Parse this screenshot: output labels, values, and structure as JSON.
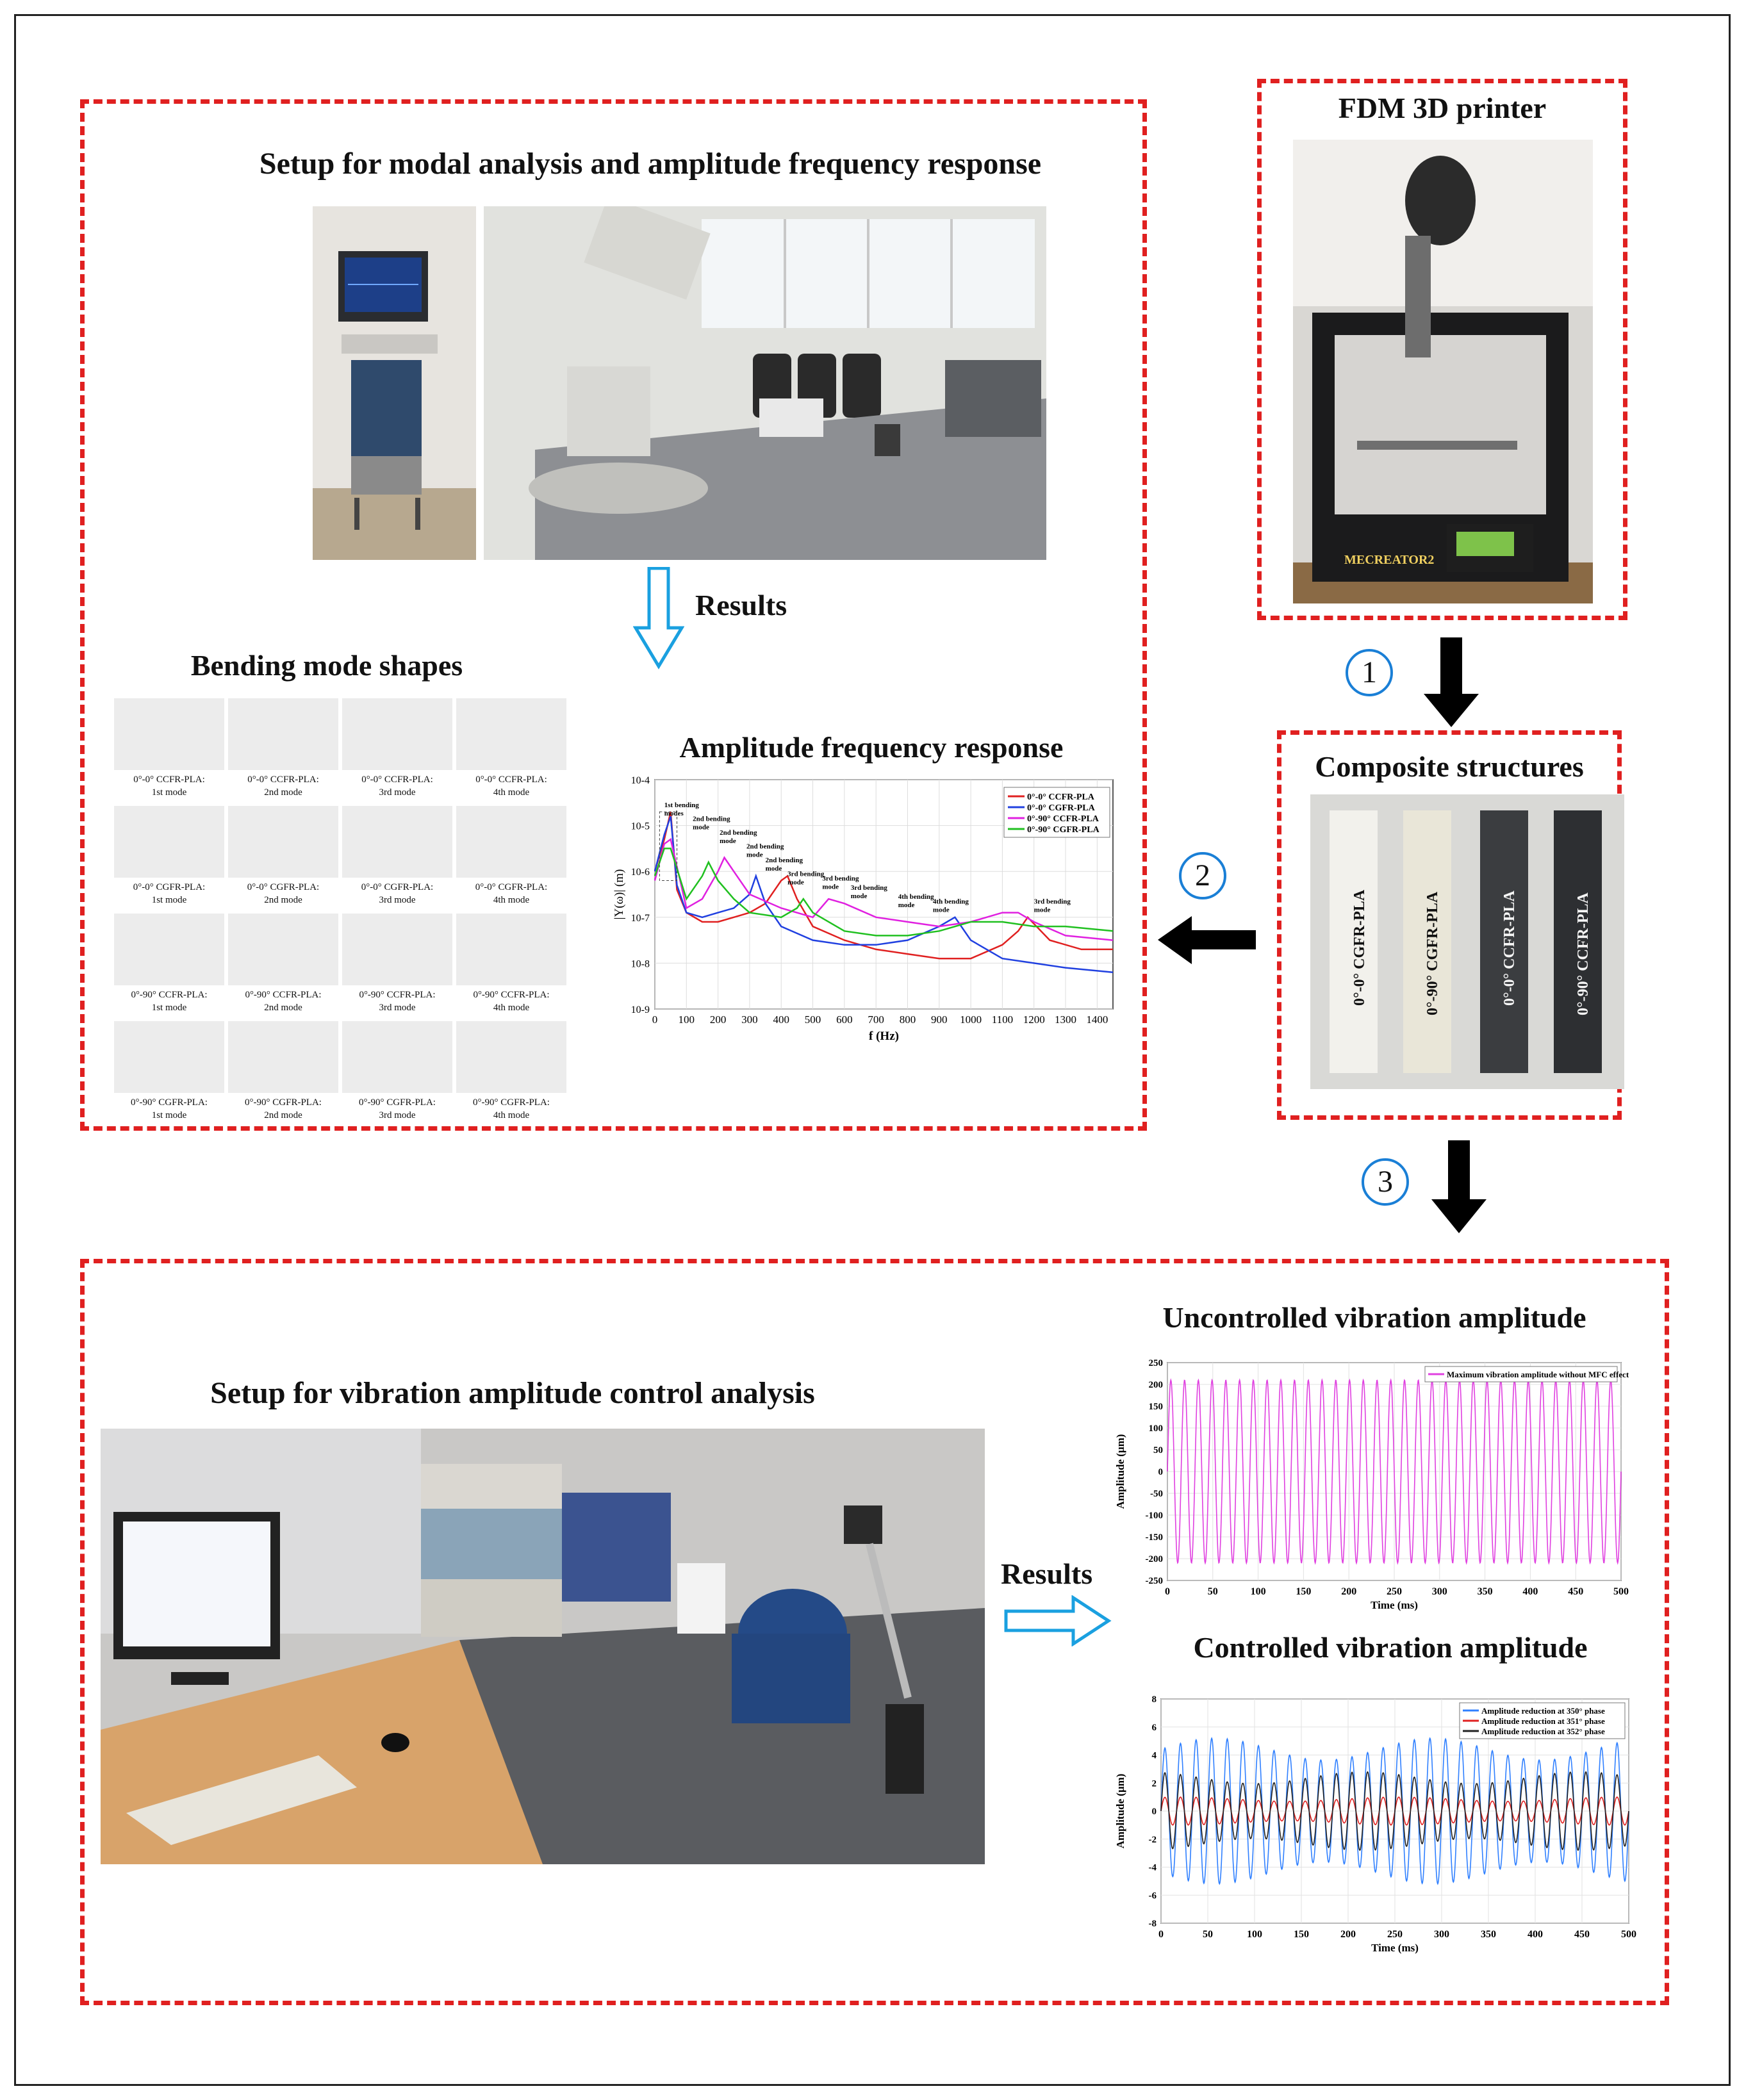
{
  "titles": {
    "setup_modal": "Setup for modal analysis and amplitude frequency response",
    "fdm_printer": "FDM 3D printer",
    "results_top": "Results",
    "bending_modes": "Bending  mode shapes",
    "afr": "Amplitude frequency response",
    "composite": "Composite structures",
    "uncontrolled": "Uncontrolled vibration amplitude",
    "controlled": "Controlled vibration amplitude",
    "setup_vibration": "Setup for vibration amplitude control analysis",
    "results_bottom": "Results"
  },
  "steps": [
    "1",
    "2",
    "3"
  ],
  "printer_label": "MECREATOR2",
  "samples": [
    "0°-0° CGFR-PLA",
    "0°-90° CGFR-PLA",
    "0°-0° CCFR-PLA",
    "0°-90° CCFR-PLA"
  ],
  "mode_captions": [
    [
      "0°-0° CCFR-PLA:",
      "0°-0° CCFR-PLA:",
      "0°-0° CCFR-PLA:",
      "0°-0° CCFR-PLA:"
    ],
    [
      "0°-0° CGFR-PLA:",
      "0°-0° CGFR-PLA:",
      "0°-0° CGFR-PLA:",
      "0°-0° CGFR-PLA:"
    ],
    [
      "0°-90° CCFR-PLA:",
      "0°-90° CCFR-PLA:",
      "0°-90° CCFR-PLA:",
      "0°-90° CCFR-PLA:"
    ],
    [
      "0°-90° CGFR-PLA:",
      "0°-90° CGFR-PLA:",
      "0°-90° CGFR-PLA:",
      "0°-90° CGFR-PLA:"
    ]
  ],
  "mode_names": [
    "1st mode",
    "2nd mode",
    "3rd mode",
    "4th mode"
  ],
  "colors": {
    "dash": "#e02020",
    "arrow_outline": "#1aa0e0",
    "circle": "#1a7fd6"
  },
  "chart_data": [
    {
      "type": "line",
      "title": "Amplitude frequency response",
      "xlabel": "f (Hz)",
      "ylabel": "|Y(ω)| (m)",
      "log_y": true,
      "xlim": [
        0,
        1450
      ],
      "ylim_exp": [
        -9,
        -4
      ],
      "x_ticks": [
        "0",
        "100",
        "200",
        "300",
        "400",
        "500",
        "600",
        "700",
        "800",
        "900",
        "1000",
        "1100",
        "1200",
        "1300",
        "1400"
      ],
      "y_ticks": [
        "10-9",
        "10-8",
        "10-7",
        "10-6",
        "10-5",
        "10-4"
      ],
      "series": [
        {
          "name": "0°-0° CCFR-PLA",
          "color": "#e02020",
          "x": [
            0,
            30,
            50,
            70,
            100,
            150,
            200,
            250,
            300,
            350,
            400,
            420,
            450,
            500,
            600,
            700,
            800,
            900,
            1000,
            1100,
            1150,
            1180,
            1250,
            1350,
            1450
          ],
          "y": [
            -6.0,
            -5.3,
            -4.7,
            -6.4,
            -6.9,
            -7.1,
            -7.1,
            -7.0,
            -6.9,
            -6.7,
            -6.2,
            -6.1,
            -6.6,
            -7.2,
            -7.5,
            -7.7,
            -7.8,
            -7.9,
            -7.9,
            -7.6,
            -7.3,
            -7.0,
            -7.5,
            -7.7,
            -7.7
          ]
        },
        {
          "name": "0°-0° CGFR-PLA",
          "color": "#2040e0",
          "x": [
            0,
            30,
            50,
            70,
            100,
            150,
            200,
            250,
            300,
            320,
            350,
            400,
            500,
            600,
            700,
            800,
            900,
            950,
            1000,
            1100,
            1200,
            1300,
            1450
          ],
          "y": [
            -6.0,
            -5.2,
            -4.8,
            -6.3,
            -6.9,
            -7.0,
            -6.9,
            -6.8,
            -6.5,
            -6.1,
            -6.7,
            -7.2,
            -7.5,
            -7.6,
            -7.6,
            -7.5,
            -7.2,
            -7.0,
            -7.5,
            -7.9,
            -8.0,
            -8.1,
            -8.2
          ]
        },
        {
          "name": "0°-90° CCFR-PLA",
          "color": "#e020e0",
          "x": [
            0,
            30,
            50,
            100,
            150,
            200,
            220,
            260,
            300,
            400,
            500,
            550,
            600,
            700,
            800,
            900,
            1000,
            1100,
            1150,
            1200,
            1300,
            1450
          ],
          "y": [
            -6.2,
            -5.4,
            -5.3,
            -6.8,
            -6.6,
            -6.0,
            -5.7,
            -6.1,
            -6.5,
            -6.8,
            -7.0,
            -6.6,
            -6.7,
            -7.0,
            -7.1,
            -7.2,
            -7.1,
            -6.9,
            -6.9,
            -7.1,
            -7.4,
            -7.5
          ]
        },
        {
          "name": "0°-90° CGFR-PLA",
          "color": "#20c020",
          "x": [
            0,
            30,
            50,
            100,
            150,
            170,
            200,
            250,
            300,
            400,
            450,
            470,
            500,
            600,
            700,
            800,
            900,
            1000,
            1100,
            1200,
            1300,
            1450
          ],
          "y": [
            -6.1,
            -5.5,
            -5.5,
            -6.6,
            -6.1,
            -5.8,
            -6.2,
            -6.6,
            -6.9,
            -7.0,
            -6.8,
            -6.6,
            -6.9,
            -7.3,
            -7.4,
            -7.4,
            -7.3,
            -7.1,
            -7.1,
            -7.2,
            -7.2,
            -7.3
          ]
        }
      ],
      "annotations": [
        "1st bending modes",
        "2nd bending mode",
        "2nd bending mode",
        "2nd bending mode",
        "2nd bending mode",
        "3rd bending mode",
        "3rd bending mode",
        "3rd bending mode",
        "4th bending mode",
        "4th bending mode",
        "3rd bending mode"
      ]
    },
    {
      "type": "line",
      "title": "Uncontrolled vibration amplitude",
      "xlabel": "Time (ms)",
      "ylabel": "Amplitude (μm)",
      "xlim": [
        0,
        500
      ],
      "ylim": [
        -250,
        250
      ],
      "x_ticks": [
        "0",
        "50",
        "100",
        "150",
        "200",
        "250",
        "300",
        "350",
        "400",
        "450",
        "500"
      ],
      "y_ticks": [
        "250",
        "200",
        "150",
        "100",
        "50",
        "0",
        "-50",
        "-100",
        "-150",
        "-200",
        "-250"
      ],
      "series": [
        {
          "name": "Maximum vibration amplitude without MFC effect",
          "color": "#e040e0",
          "amplitude": 210,
          "cycles": 33
        }
      ]
    },
    {
      "type": "line",
      "title": "Controlled vibration amplitude",
      "xlabel": "Time (ms)",
      "ylabel": "Amplitude (μm)",
      "xlim": [
        0,
        500
      ],
      "ylim": [
        -8,
        8
      ],
      "x_ticks": [
        "0",
        "50",
        "100",
        "150",
        "200",
        "250",
        "300",
        "350",
        "400",
        "450",
        "500"
      ],
      "y_ticks": [
        "8",
        "6",
        "4",
        "2",
        "0",
        "-2",
        "-4",
        "-6",
        "-8"
      ],
      "series": [
        {
          "name": "Amplitude reduction at 350° phase",
          "color": "#3080ff",
          "amplitude": 5.2,
          "cycles": 30
        },
        {
          "name": "Amplitude reduction at 351° phase",
          "color": "#e02020",
          "amplitude": 1.0,
          "cycles": 30
        },
        {
          "name": "Amplitude reduction at 352° phase",
          "color": "#222222",
          "amplitude": 2.8,
          "cycles": 30
        }
      ]
    }
  ]
}
